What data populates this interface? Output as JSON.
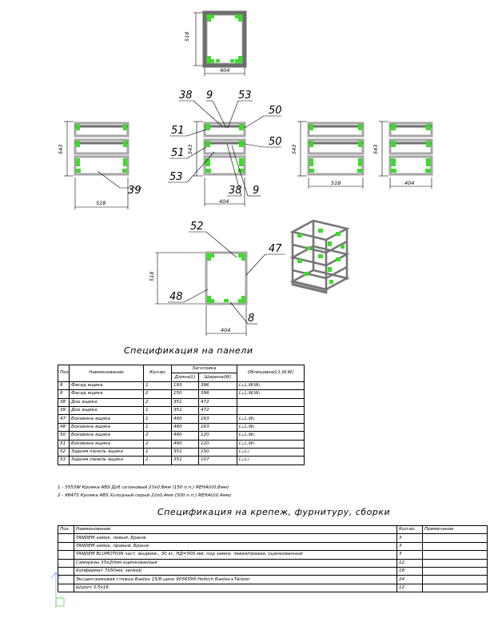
{
  "dimensions": {
    "top_width": "404",
    "top_height": "518",
    "front_height": "543",
    "left_width": "518",
    "front_width": "404",
    "right1_width": "518",
    "right2_width": "404",
    "right1_height": "543",
    "right2_height": "543",
    "bottom_height": "518",
    "bottom_width": "404"
  },
  "callouts": {
    "c38a": "38",
    "c9a": "9",
    "c53a": "53",
    "c50a": "50",
    "c51a": "51",
    "c50b": "50",
    "c51b": "51",
    "c53b": "53",
    "c38b": "38",
    "c9b": "9",
    "c39": "39",
    "c52": "52",
    "c47": "47",
    "c48": "48",
    "c8": "8"
  },
  "panels_spec": {
    "title": "Спецификация на панели",
    "headers": {
      "pos": "Поз",
      "name": "Наименование",
      "qty": "Кол-во",
      "blank": "Заготовка",
      "length": "Длина(L)",
      "width": "Ширина(W)",
      "edging": "Облицовка(L1,W,W)"
    },
    "rows": [
      {
        "pos": "8",
        "name": "Фасад ящика",
        "qty": "1",
        "length": "193",
        "width": "396",
        "edge": "L₁,L,W,W₁"
      },
      {
        "pos": "9",
        "name": "Фасад ящика",
        "qty": "2",
        "length": "150",
        "width": "396",
        "edge": "L₁,L,W,W₁"
      },
      {
        "pos": "38",
        "name": "Дно ящика",
        "qty": "2",
        "length": "351",
        "width": "472",
        "edge": ""
      },
      {
        "pos": "39",
        "name": "Дно ящика",
        "qty": "1",
        "length": "351",
        "width": "472",
        "edge": ""
      },
      {
        "pos": "47",
        "name": "Боковина ящика",
        "qty": "1",
        "length": "490",
        "width": "163",
        "edge": "L₁,L,W₁"
      },
      {
        "pos": "48",
        "name": "Боковина ящика",
        "qty": "1",
        "length": "490",
        "width": "163",
        "edge": "L₁,L,W₁"
      },
      {
        "pos": "50",
        "name": "Боковина ящика",
        "qty": "2",
        "length": "490",
        "width": "120",
        "edge": "L₁,L,W₁"
      },
      {
        "pos": "51",
        "name": "Боковина ящика",
        "qty": "2",
        "length": "490",
        "width": "120",
        "edge": "L₁,L,W₁"
      },
      {
        "pos": "52",
        "name": "Задняя панель ящика",
        "qty": "1",
        "length": "351",
        "width": "150",
        "edge": "L₁,L₂"
      },
      {
        "pos": "53",
        "name": "Задняя панель ящика",
        "qty": "2",
        "length": "351",
        "width": "107",
        "edge": "L₁,L₂"
      }
    ],
    "notes": [
      "1 - 3553W Кромка ABS Дуб сатиновый 23х0,8мм (150 п.п.) REHAU(0,8мм)",
      "2 - 98473 Кромка ABS Холодный серый 22х0,4мм (300 п.п.) REHAU(0,4мм)"
    ]
  },
  "hardware_spec": {
    "title": "Спецификация на крепеж, фурнитуру, сборки",
    "headers": {
      "pos": "Поз",
      "name": "Наименование",
      "qty": "Кол-во",
      "note": "Примечание"
    },
    "rows": [
      {
        "pos": "",
        "name": "TANDEM замок, левый, Бранж",
        "qty": "3",
        "note": ""
      },
      {
        "pos": "",
        "name": "TANDEM замок, правый, Бранж",
        "qty": "3",
        "note": ""
      },
      {
        "pos": "",
        "name": "TANDEM BLUMOTION част. выдвиж., 30 кг, НД=500 мм, под замки, левая/правая, оцинкованный",
        "qty": "3",
        "note": ""
      },
      {
        "pos": "",
        "name": "Саморезы 35х20мм оцинкованные",
        "qty": "12",
        "note": ""
      },
      {
        "pos": "",
        "name": "Конфирмат 7х50мм, зенкер",
        "qty": "18",
        "note": ""
      },
      {
        "pos": "",
        "name": "Эксцентриковая стяжка Rastex 15/8 цинк 9056599 Hettich Rastex+Twister",
        "qty": "24",
        "note": ""
      },
      {
        "pos": "",
        "name": "Шуруп 3,5х16",
        "qty": "12",
        "note": ""
      }
    ]
  },
  "colors": {
    "line": "#000000",
    "panel": "#a6a6a6",
    "panel_edge": "#6e6e6e",
    "fitting": "#3ddc2a"
  }
}
